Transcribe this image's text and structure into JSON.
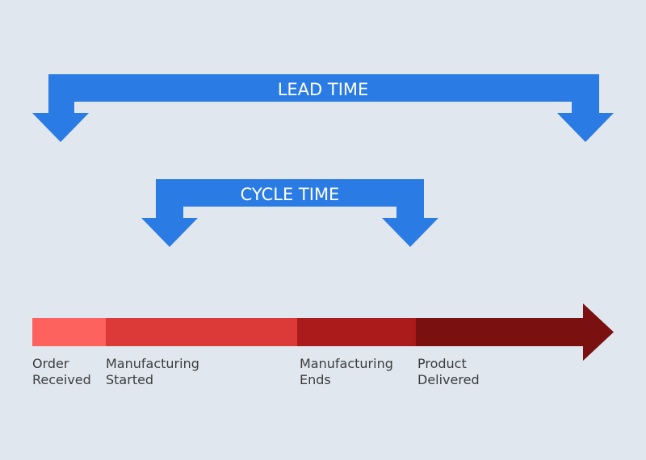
{
  "lead_time": {
    "label": "LEAD TIME",
    "color": "#2a7be4"
  },
  "cycle_time": {
    "label": "CYCLE TIME",
    "color": "#2a7be4"
  },
  "timeline": {
    "segment_colors": [
      "#fe625e",
      "#db3a38",
      "#ab1b1b",
      "#7a1010"
    ],
    "milestones": [
      {
        "line1": "Order",
        "line2": "Received"
      },
      {
        "line1": "Manufacturing",
        "line2": "Started"
      },
      {
        "line1": "Manufacturing",
        "line2": "Ends"
      },
      {
        "line1": "Product",
        "line2": "Delivered"
      }
    ]
  }
}
